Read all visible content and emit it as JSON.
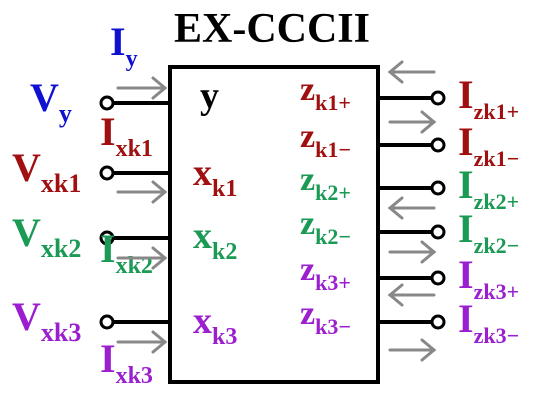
{
  "title": "EX-CCCII",
  "colors": {
    "black": "#000000",
    "blue": "#1010d0",
    "red": "#a01010",
    "green": "#1a9a55",
    "purple": "#9b1fcf",
    "arrow": "#888888"
  },
  "left_ports": [
    {
      "voltage": {
        "main": "V",
        "sub": "y",
        "color": "blue"
      },
      "current": {
        "main": "I",
        "sub": "y",
        "color": "blue"
      },
      "pin": {
        "main": "y",
        "sub": "",
        "color": "black"
      }
    },
    {
      "voltage": {
        "main": "V",
        "sub": "xk1",
        "color": "red"
      },
      "current": {
        "main": "I",
        "sub": "xk1",
        "color": "red"
      },
      "pin": {
        "main": "x",
        "sub": "k1",
        "color": "red"
      }
    },
    {
      "voltage": {
        "main": "V",
        "sub": "xk2",
        "color": "green"
      },
      "current": {
        "main": "I",
        "sub": "xk2",
        "color": "green"
      },
      "pin": {
        "main": "x",
        "sub": "k2",
        "color": "green"
      }
    },
    {
      "voltage": {
        "main": "V",
        "sub": "xk3",
        "color": "purple"
      },
      "current": {
        "main": "I",
        "sub": "xk3",
        "color": "purple"
      },
      "pin": {
        "main": "x",
        "sub": "k3",
        "color": "purple"
      }
    }
  ],
  "right_ports": [
    {
      "pin": {
        "main": "z",
        "sub": "k1+",
        "color": "red"
      },
      "current": {
        "main": "I",
        "sub": "zk1+",
        "color": "red"
      },
      "arrow": "left"
    },
    {
      "pin": {
        "main": "z",
        "sub": "k1−",
        "color": "red"
      },
      "current": {
        "main": "I",
        "sub": "zk1−",
        "color": "red"
      },
      "arrow": "right"
    },
    {
      "pin": {
        "main": "z",
        "sub": "k2+",
        "color": "green"
      },
      "current": {
        "main": "I",
        "sub": "zk2+",
        "color": "green"
      },
      "arrow": "left"
    },
    {
      "pin": {
        "main": "z",
        "sub": "k2−",
        "color": "green"
      },
      "current": {
        "main": "I",
        "sub": "zk2−",
        "color": "green"
      },
      "arrow": "right"
    },
    {
      "pin": {
        "main": "z",
        "sub": "k3+",
        "color": "purple"
      },
      "current": {
        "main": "I",
        "sub": "zk3+",
        "color": "purple"
      },
      "arrow": "left"
    },
    {
      "pin": {
        "main": "z",
        "sub": "k3−",
        "color": "purple"
      },
      "current": {
        "main": "I",
        "sub": "zk3−",
        "color": "purple"
      },
      "arrow": "right"
    }
  ]
}
